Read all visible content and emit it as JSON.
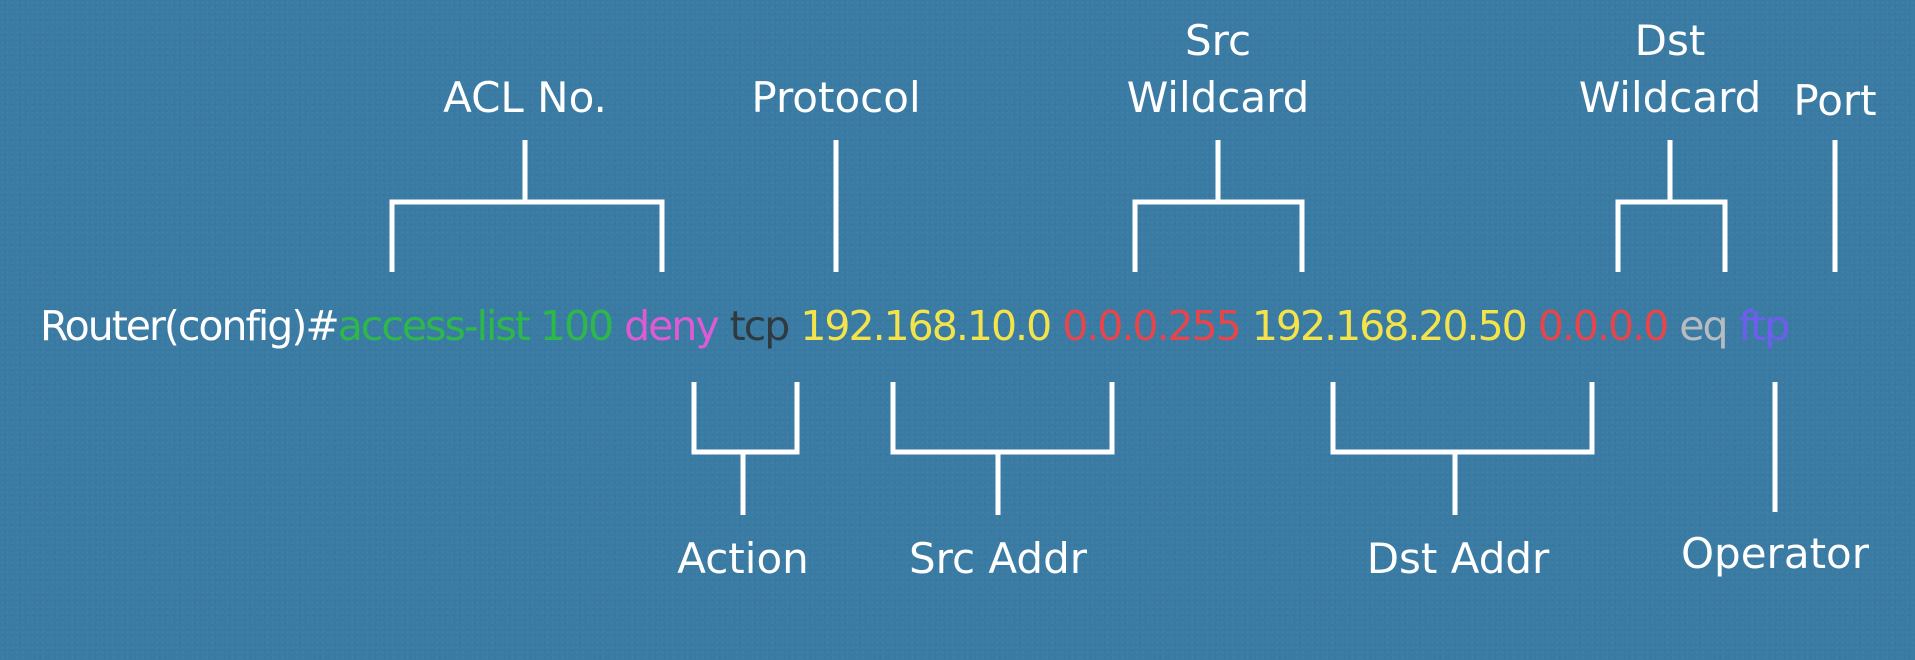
{
  "command": {
    "prompt": "Router(config)#",
    "segments": [
      {
        "id": "acl",
        "text": "access-list 100",
        "color": "#2db84a"
      },
      {
        "id": "action",
        "text": "deny",
        "color": "#e05ad6"
      },
      {
        "id": "protocol",
        "text": "tcp",
        "color": "#2f3a40"
      },
      {
        "id": "src_addr",
        "text": "192.168.10.0",
        "color": "#f4e34a"
      },
      {
        "id": "src_wild",
        "text": "0.0.0.255",
        "color": "#e8454b"
      },
      {
        "id": "dst_addr",
        "text": "192.168.20.50",
        "color": "#f4e34a"
      },
      {
        "id": "dst_wild",
        "text": "0.0.0.0",
        "color": "#e8454b"
      },
      {
        "id": "operator",
        "text": "eq",
        "color": "#b8bcc0"
      },
      {
        "id": "port",
        "text": "ftp",
        "color": "#6f5df0"
      }
    ],
    "prompt_color": "#ffffff"
  },
  "labels": {
    "acl_no": "ACL No.",
    "protocol": "Protocol",
    "src_wildcard": [
      "Src",
      "Wildcard"
    ],
    "dst_wildcard": [
      "Dst",
      "Wildcard"
    ],
    "port": "Port",
    "action": "Action",
    "src_addr": "Src Addr",
    "dst_addr": "Dst Addr",
    "operator": "Operator"
  }
}
